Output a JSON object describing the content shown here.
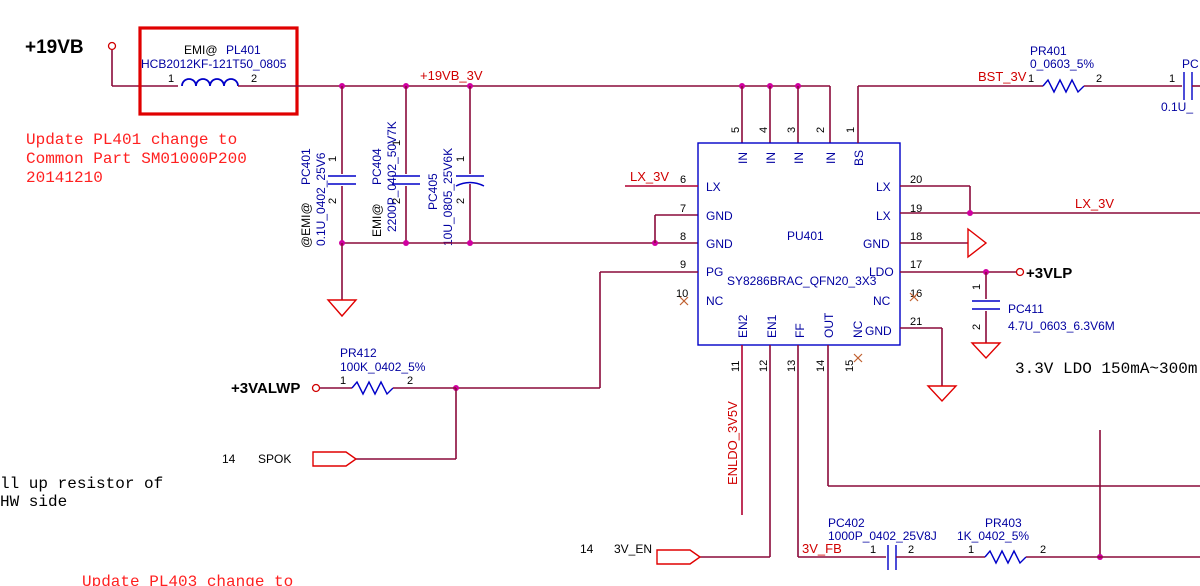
{
  "power": {
    "v19": "+19VB",
    "v3vlp": "+3VLP",
    "v3valwp": "+3VALWP"
  },
  "nets": {
    "v19_3v": "+19VB_3V",
    "bst_3v": "BST_3V",
    "lx_3v_left": "LX_3V",
    "lx_3v_right": "LX_3V",
    "enldo": "ENLDO_3V5V",
    "fb": "3V_FB",
    "spok": "SPOK",
    "spok_ref": "14",
    "en": "3V_EN",
    "en_ref": "14"
  },
  "components": {
    "pl401": {
      "option": "EMI@",
      "ref": "PL401",
      "value": "HCB2012KF-121T50_0805",
      "pin1": "1",
      "pin2": "2"
    },
    "pr401": {
      "ref": "PR401",
      "value": "0_0603_5%",
      "pin1": "1",
      "pin2": "2"
    },
    "pc_right": {
      "ref": "PC",
      "value": "0.1U_",
      "pin1": "1"
    },
    "pc401": {
      "option": "@EMI@",
      "ref": "PC401",
      "value": "0.1U_0402_25V6",
      "pin1": "1",
      "pin2": "2"
    },
    "pc404": {
      "option": "EMI@",
      "ref": "PC404",
      "value": "2200P_0402_50V7K",
      "pin1": "1",
      "pin2": "2"
    },
    "pc405": {
      "ref": "PC405",
      "value": "10U_0805_25V6K",
      "pin1": "1",
      "pin2": "2"
    },
    "pc411": {
      "ref": "PC411",
      "value": "4.7U_0603_6.3V6M",
      "pin1": "1",
      "pin2": "2"
    },
    "pr412": {
      "ref": "PR412",
      "value": "100K_0402_5%",
      "pin1": "1",
      "pin2": "2"
    },
    "pc402": {
      "ref": "PC402",
      "value": "1000P_0402_25V8J",
      "pin1": "1",
      "pin2": "2"
    },
    "pr403": {
      "ref": "PR403",
      "value": "1K_0402_5%",
      "pin1": "1",
      "pin2": "2"
    }
  },
  "ic": {
    "ref": "PU401",
    "part": "SY8286BRAC_QFN20_3X3",
    "pins": {
      "p1": "1",
      "p2": "2",
      "p3": "3",
      "p4": "4",
      "p5": "5",
      "p6": "6",
      "p7": "7",
      "p8": "8",
      "p9": "9",
      "p10": "10",
      "p11": "11",
      "p12": "12",
      "p13": "13",
      "p14": "14",
      "p15": "15",
      "p16": "16",
      "p17": "17",
      "p18": "18",
      "p19": "19",
      "p20": "20",
      "p21": "21"
    },
    "names": {
      "in": "IN",
      "bs": "BS",
      "lx": "LX",
      "gnd": "GND",
      "pg": "PG",
      "nc": "NC",
      "ldo": "LDO",
      "en2": "EN2",
      "en1": "EN1",
      "ff": "FF",
      "out": "OUT"
    }
  },
  "notes": {
    "update1_l1": "Update PL401 change to",
    "update1_l2": "Common Part SM01000P200",
    "update1_l3": "20141210",
    "pullup_l1": "ll up resistor of",
    "pullup_l2": "HW side",
    "ldo": "3.3V LDO 150mA~300m",
    "update2": "Update PL403 change to"
  },
  "colors": {
    "wire": "#8a0a3a",
    "component": "#0000c8",
    "net_label": "#d00000",
    "ground": "#e00000",
    "junction": "#d000a0",
    "highlight_box": "#e00000"
  }
}
